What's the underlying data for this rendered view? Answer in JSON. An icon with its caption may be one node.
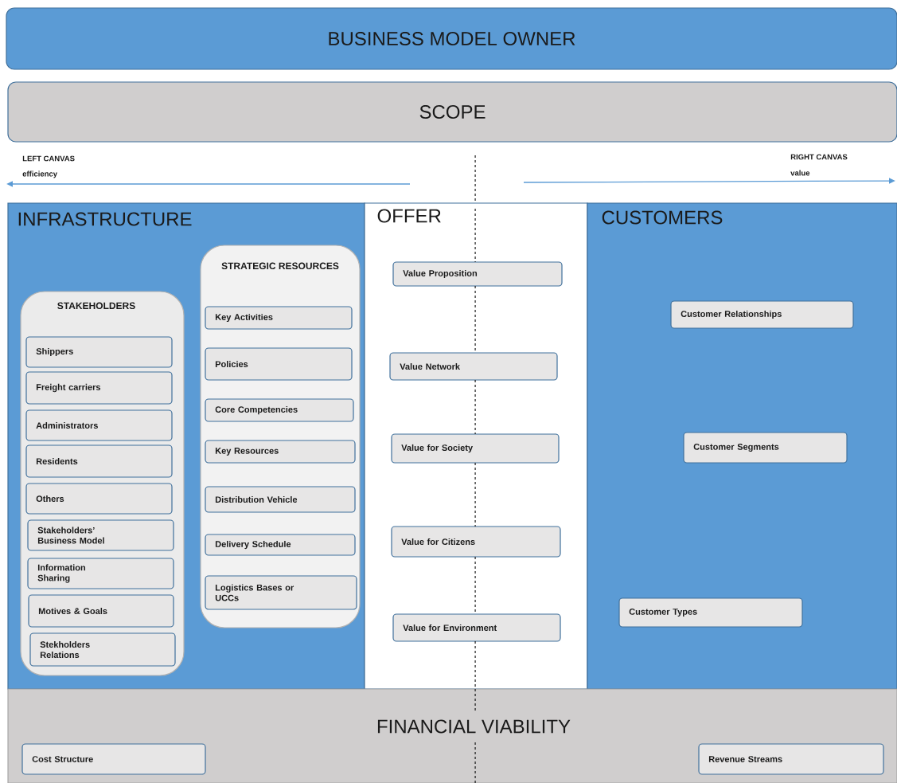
{
  "diagram": {
    "nodes": [
      {
        "text": [
          "BUSINESS MODEL OWNER"
        ]
      },
      {
        "text": [
          "SCOPE"
        ]
      },
      {
        "text": [
          "INFRASTRUCTURE"
        ]
      },
      {
        "text": [
          "STAKEHOLDERS"
        ],
        "in": 2
      },
      {
        "text": [
          "Shippers"
        ],
        "in": 3
      },
      {
        "text": [
          "Freight carriers"
        ],
        "in": 3
      },
      {
        "text": [
          "Administrators"
        ],
        "in": 3
      },
      {
        "text": [
          "Residents"
        ],
        "in": 3
      },
      {
        "text": [
          "Others"
        ],
        "in": 3
      },
      {
        "text": [
          "Stakeholders’ Business Model"
        ],
        "in": 3
      },
      {
        "text": [
          "Information Sharing"
        ],
        "in": 3
      },
      {
        "text": [
          "Motives & Goals"
        ],
        "in": 3
      },
      {
        "text": [
          "Stekholders Relations"
        ],
        "in": 3
      },
      {
        "text": [
          "STRATEGIC RESOURCES"
        ],
        "in": 2
      },
      {
        "text": [
          "Key Activities"
        ],
        "in": 13
      },
      {
        "text": [
          "Policies"
        ],
        "in": 13
      },
      {
        "text": [
          "Core Competencies"
        ],
        "in": 13
      },
      {
        "text": [
          "Key Resources"
        ],
        "in": 13
      },
      {
        "text": [
          "Distribution Vehicle"
        ],
        "in": 13
      },
      {
        "text": [
          "Delivery Schedule"
        ],
        "in": 13
      },
      {
        "text": [
          "Logistics Bases or UCCs"
        ],
        "in": 13
      },
      {
        "text": [
          "OFFER"
        ]
      },
      {
        "text": [
          "Value Proposition"
        ],
        "in": 21
      },
      {
        "text": [
          "Value Network"
        ],
        "in": 21
      },
      {
        "text": [
          "Value for Society"
        ],
        "in": 21
      },
      {
        "text": [
          "Value for Citizens"
        ],
        "in": 21
      },
      {
        "text": [
          "Value for Environment"
        ],
        "in": 21
      },
      {
        "text": [
          "CUSTOMERS"
        ]
      },
      {
        "text": [
          "Customer Relationships"
        ],
        "in": 27
      },
      {
        "text": [
          "Customer Segments"
        ],
        "in": 27
      },
      {
        "text": [
          "Customer Types"
        ],
        "in": 27
      },
      {
        "text": [
          "FINANCIAL VIABILITY"
        ]
      },
      {
        "text": [
          "Cost Structure"
        ],
        "in": 31
      },
      {
        "text": [
          "Revenue Streams"
        ],
        "in": 31
      }
    ],
    "labels": [
      "LEFT CANVAS",
      "efficiency",
      "RIGHT CANVAS",
      "value"
    ]
  }
}
